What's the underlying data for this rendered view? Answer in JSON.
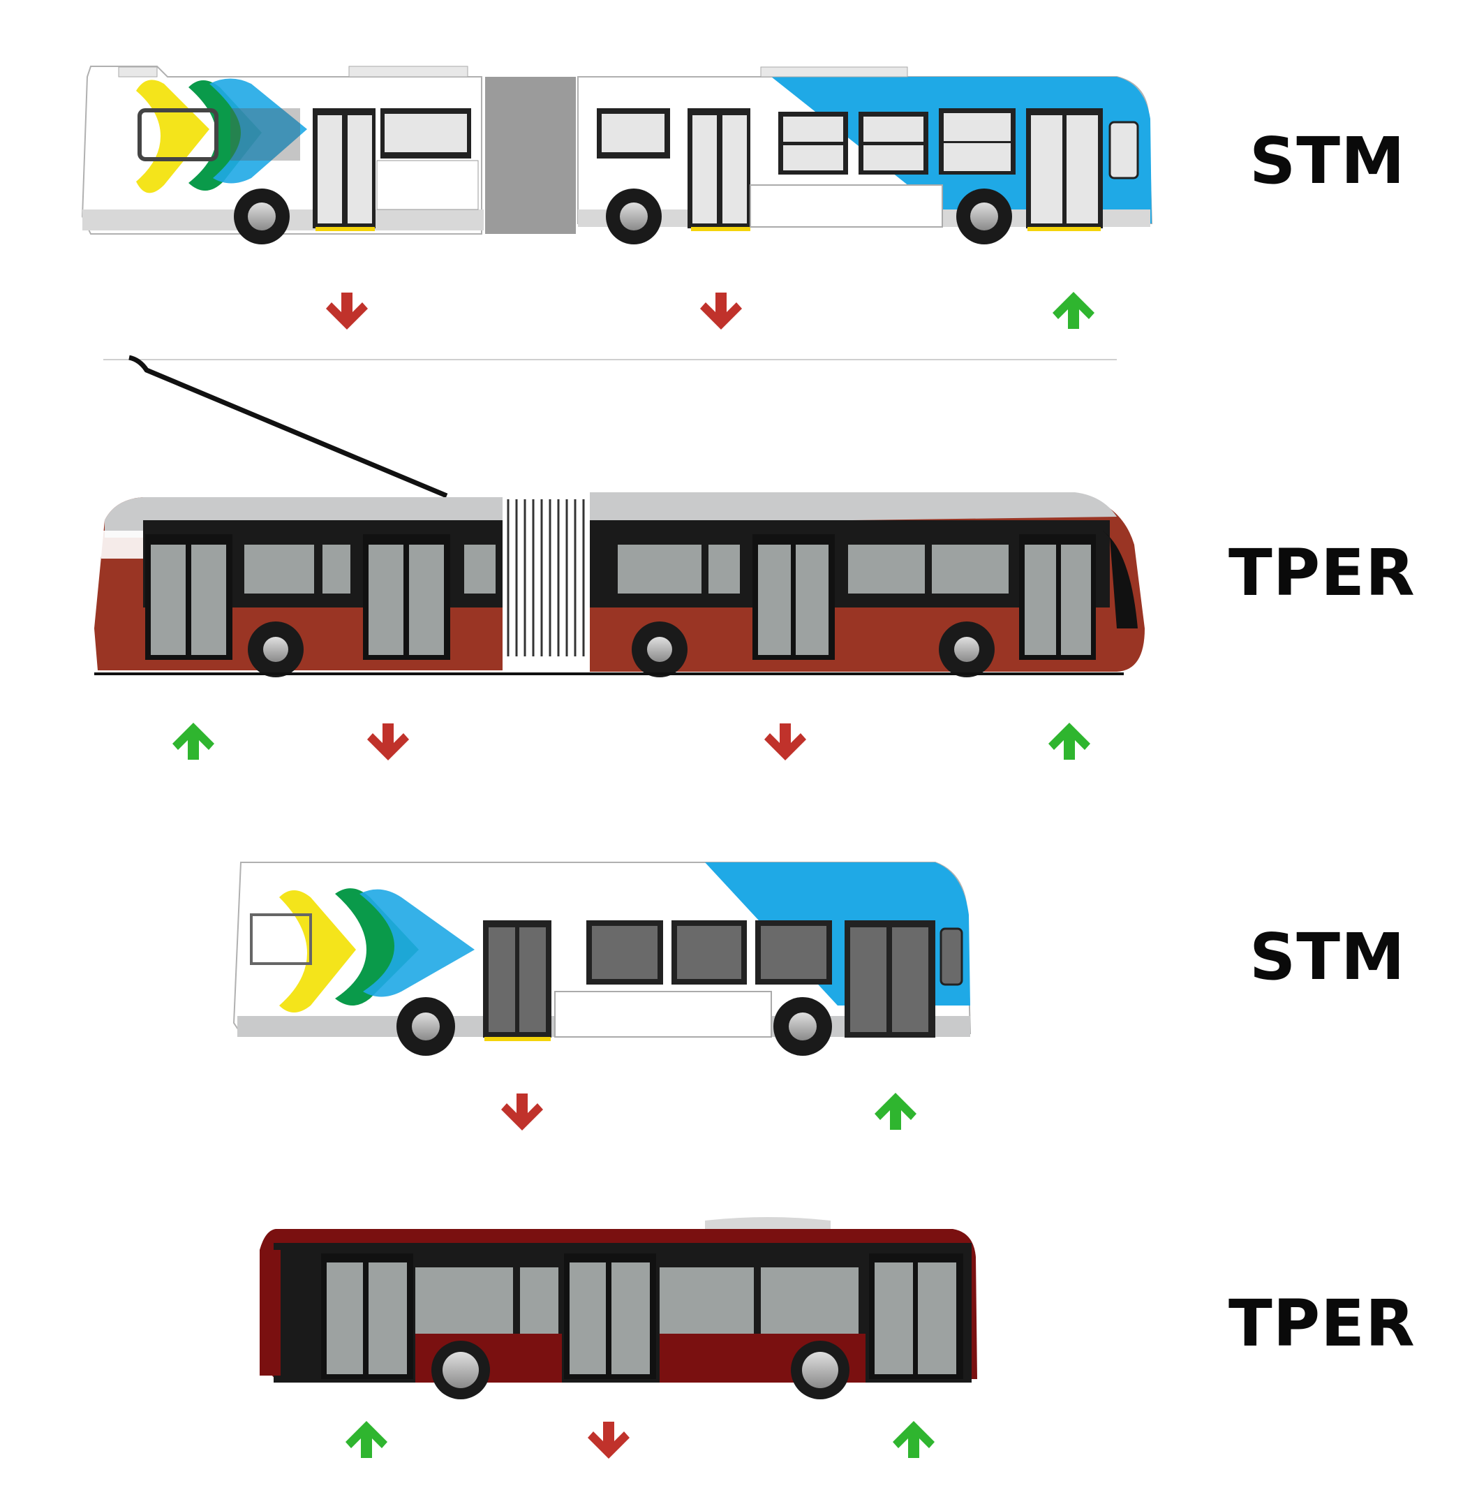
{
  "operators": [
    {
      "label": "STM",
      "bus": "articulated-bus",
      "doors": [
        "exit",
        "exit",
        "entry"
      ]
    },
    {
      "label": "TPER",
      "bus": "articulated-trolleybus",
      "doors": [
        "entry",
        "exit",
        "exit",
        "entry"
      ]
    },
    {
      "label": "STM",
      "bus": "standard-bus",
      "doors": [
        "exit",
        "entry"
      ]
    },
    {
      "label": "TPER",
      "bus": "standard-bus",
      "doors": [
        "entry",
        "exit",
        "entry"
      ]
    }
  ],
  "colors": {
    "entry_arrow": "#2fb52f",
    "exit_arrow": "#c0322b",
    "stm_blue": "#1fa9e6",
    "stm_green": "#0a9a4a",
    "stm_yellow": "#f4e41b",
    "tper_red_brown": "#9a3524",
    "tper_maroon": "#7a1010",
    "window_grey": "#9da2a1",
    "bus_body_white": "#ffffff",
    "roof_grey": "#c9cacb"
  },
  "icons": {
    "entry": "arrow-up-icon",
    "exit": "arrow-down-icon"
  }
}
